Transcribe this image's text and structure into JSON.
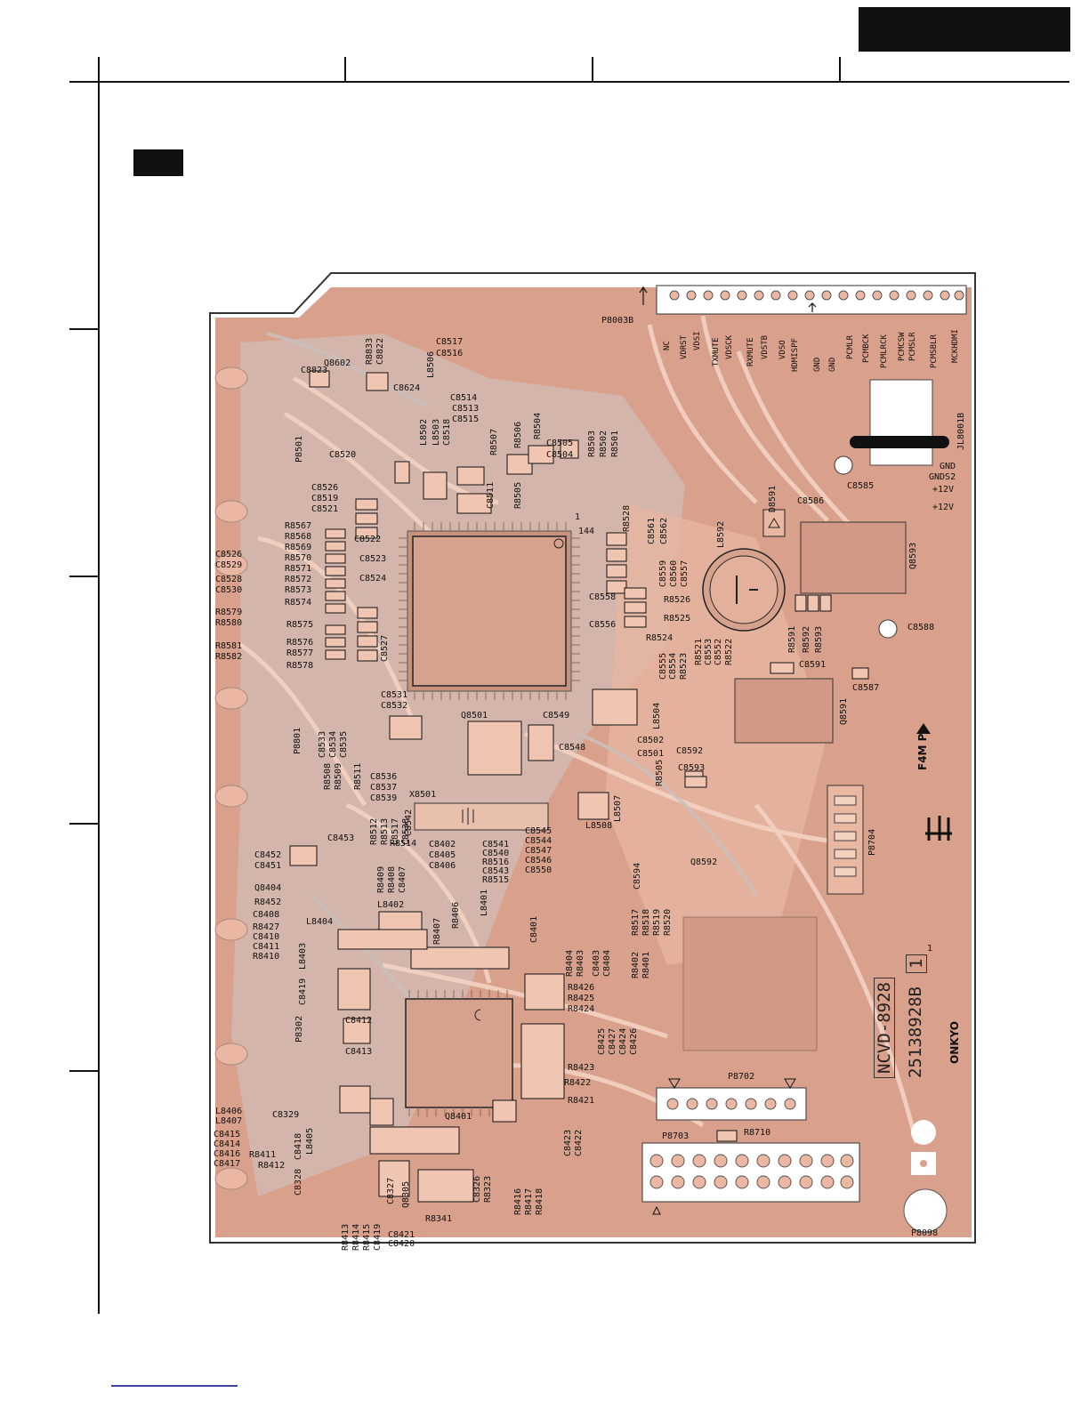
{
  "pcb": {
    "board_name": "NCVD-8928",
    "part_number": "25138928B",
    "revision_box": "1",
    "revision_mark": "1",
    "brand": "ONKYO",
    "cert_mark": "F4M P",
    "pin1_label": "1",
    "pin144_label": "144",
    "connector_p8003b": {
      "label": "P8003B",
      "pins": [
        "NC",
        "VDRST",
        "VDSI",
        "TXMUTE",
        "VDSCK",
        "RXMUTE",
        "VDSTB",
        "VDSO",
        "HDMISPF",
        "GND",
        "GND",
        "PCMLR",
        "PCMBCK",
        "PCMLRCK",
        "PCMCSW",
        "PCMSLR",
        "PCMSBLR",
        "MCKHDMI"
      ]
    },
    "power_labels": [
      "GND",
      "GNDS2",
      "+12V",
      "+12V"
    ],
    "colors": {
      "board": "#d9a08c",
      "copper": "#eab8a2",
      "trace_light": "#f3d2c2",
      "ground_grey": "#cdc6c4",
      "ink": "#111111"
    },
    "labels_horizontal": [
      "C8823",
      "Q8602",
      "C8624",
      "C8520",
      "C8517",
      "C8516",
      "C8514",
      "C8513",
      "C8515",
      "C8505",
      "C8504",
      "C8526",
      "C8519",
      "C8521",
      "R8567",
      "R8568",
      "R8569",
      "R8570",
      "R8571",
      "R8572",
      "R8573",
      "R8574",
      "C8522",
      "C8523",
      "C8524",
      "R8575",
      "R8576",
      "R8577",
      "R8578",
      "R8579",
      "R8580",
      "R8581",
      "R8582",
      "C8526",
      "C8529",
      "C8528",
      "C8530",
      "C8531",
      "C8532",
      "Q8501",
      "C8549",
      "C8548",
      "C8502",
      "C8501",
      "C8592",
      "C8593",
      "C8558",
      "C8556",
      "R8526",
      "R8525",
      "R8524",
      "C8585",
      "C8586",
      "C8588",
      "C8591",
      "C8587",
      "C8536",
      "C8537",
      "C8539",
      "X8501",
      "R8514",
      "C8402",
      "C8405",
      "C8406",
      "C8541",
      "C8540",
      "R8516",
      "C8543",
      "R8515",
      "C8545",
      "C8544",
      "C8547",
      "C8546",
      "C8550",
      "L8508",
      "Q8592",
      "C8453",
      "C8452",
      "C8451",
      "Q8404",
      "R8452",
      "C8408",
      "R8427",
      "C8410",
      "C8411",
      "R8410",
      "L8404",
      "L8402",
      "C8412",
      "C8413",
      "C8329",
      "L8406",
      "L8407",
      "C8415",
      "C8414",
      "C8416",
      "C8417",
      "R8411",
      "R8412",
      "Q8401",
      "R8423",
      "R8422",
      "R8421",
      "R8426",
      "R8425",
      "R8424",
      "P8702",
      "P8703",
      "R8710",
      "P8098",
      "R8341",
      "C8421",
      "C8420"
    ],
    "labels_vertical": [
      "P8501",
      "R8833",
      "C8822",
      "L8506",
      "L8502",
      "L8503",
      "C8518",
      "R8507",
      "R8506",
      "R8504",
      "R8503",
      "R8502",
      "R8501",
      "C8511",
      "R8505",
      "R8528",
      "C8561",
      "C8562",
      "C8559",
      "C8560",
      "C8557",
      "L8592",
      "D8591",
      "Q8593",
      "JL8001B",
      "R8591",
      "R8592",
      "R8593",
      "R8521",
      "C8553",
      "C8552",
      "R8522",
      "C8555",
      "C8554",
      "R8523",
      "L8504",
      "R8505",
      "Q8591",
      "C8527",
      "C8535",
      "C8534",
      "C8533",
      "R8509",
      "R8508",
      "P8801",
      "R8511",
      "R8512",
      "R8513",
      "L8517",
      "C8538",
      "C8542",
      "R8409",
      "R8408",
      "C8407",
      "R8407",
      "R8406",
      "L8401",
      "C8401",
      "C8594",
      "L8507",
      "P8704",
      "R8517",
      "R8518",
      "R8519",
      "R8520",
      "R8404",
      "R8403",
      "C8403",
      "C8404",
      "R8402",
      "R8401",
      "C8425",
      "C8427",
      "C8424",
      "C8426",
      "C8423",
      "C8422",
      "L8403",
      "C8419",
      "P8302",
      "C8418",
      "L8405",
      "C8328",
      "C8327",
      "Q8305",
      "C8326",
      "R8323",
      "R8416",
      "R8417",
      "R8418",
      "R8413",
      "R8414",
      "R8415",
      "C8419"
    ]
  }
}
